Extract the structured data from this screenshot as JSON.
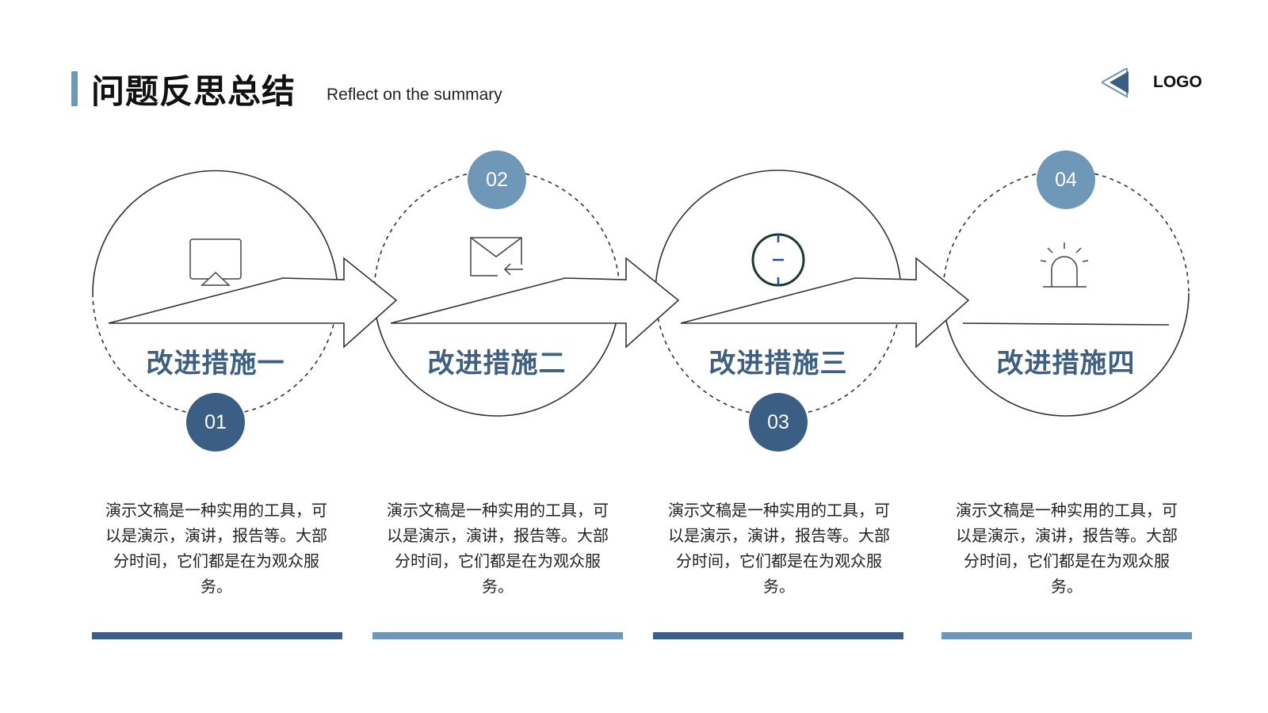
{
  "header": {
    "title": "问题反思总结",
    "subtitle": "Reflect on the summary",
    "logo_text": "LOGO",
    "logo_icon": "arrow-left-icon"
  },
  "colors": {
    "dark_blue": "#3b5f84",
    "light_blue": "#6f97b8",
    "title_blue": "#3d5f82",
    "line": "#333333"
  },
  "steps": [
    {
      "number": "01",
      "title": "改进措施一",
      "icon": "airplay-icon",
      "description": "演示文稿是一种实用的工具，可以是演示，演讲，报告等。大部分时间，它们都是在为观众服务。"
    },
    {
      "number": "02",
      "title": "改进措施二",
      "icon": "mail-reply-icon",
      "description": "演示文稿是一种实用的工具，可以是演示，演讲，报告等。大部分时间，它们都是在为观众服务。"
    },
    {
      "number": "03",
      "title": "改进措施三",
      "icon": "timer-icon",
      "description": "演示文稿是一种实用的工具，可以是演示，演讲，报告等。大部分时间，它们都是在为观众服务。"
    },
    {
      "number": "04",
      "title": "改进措施四",
      "icon": "alarm-light-icon",
      "description": "演示文稿是一种实用的工具，可以是演示，演讲，报告等。大部分时间，它们都是在为观众服务。"
    }
  ]
}
